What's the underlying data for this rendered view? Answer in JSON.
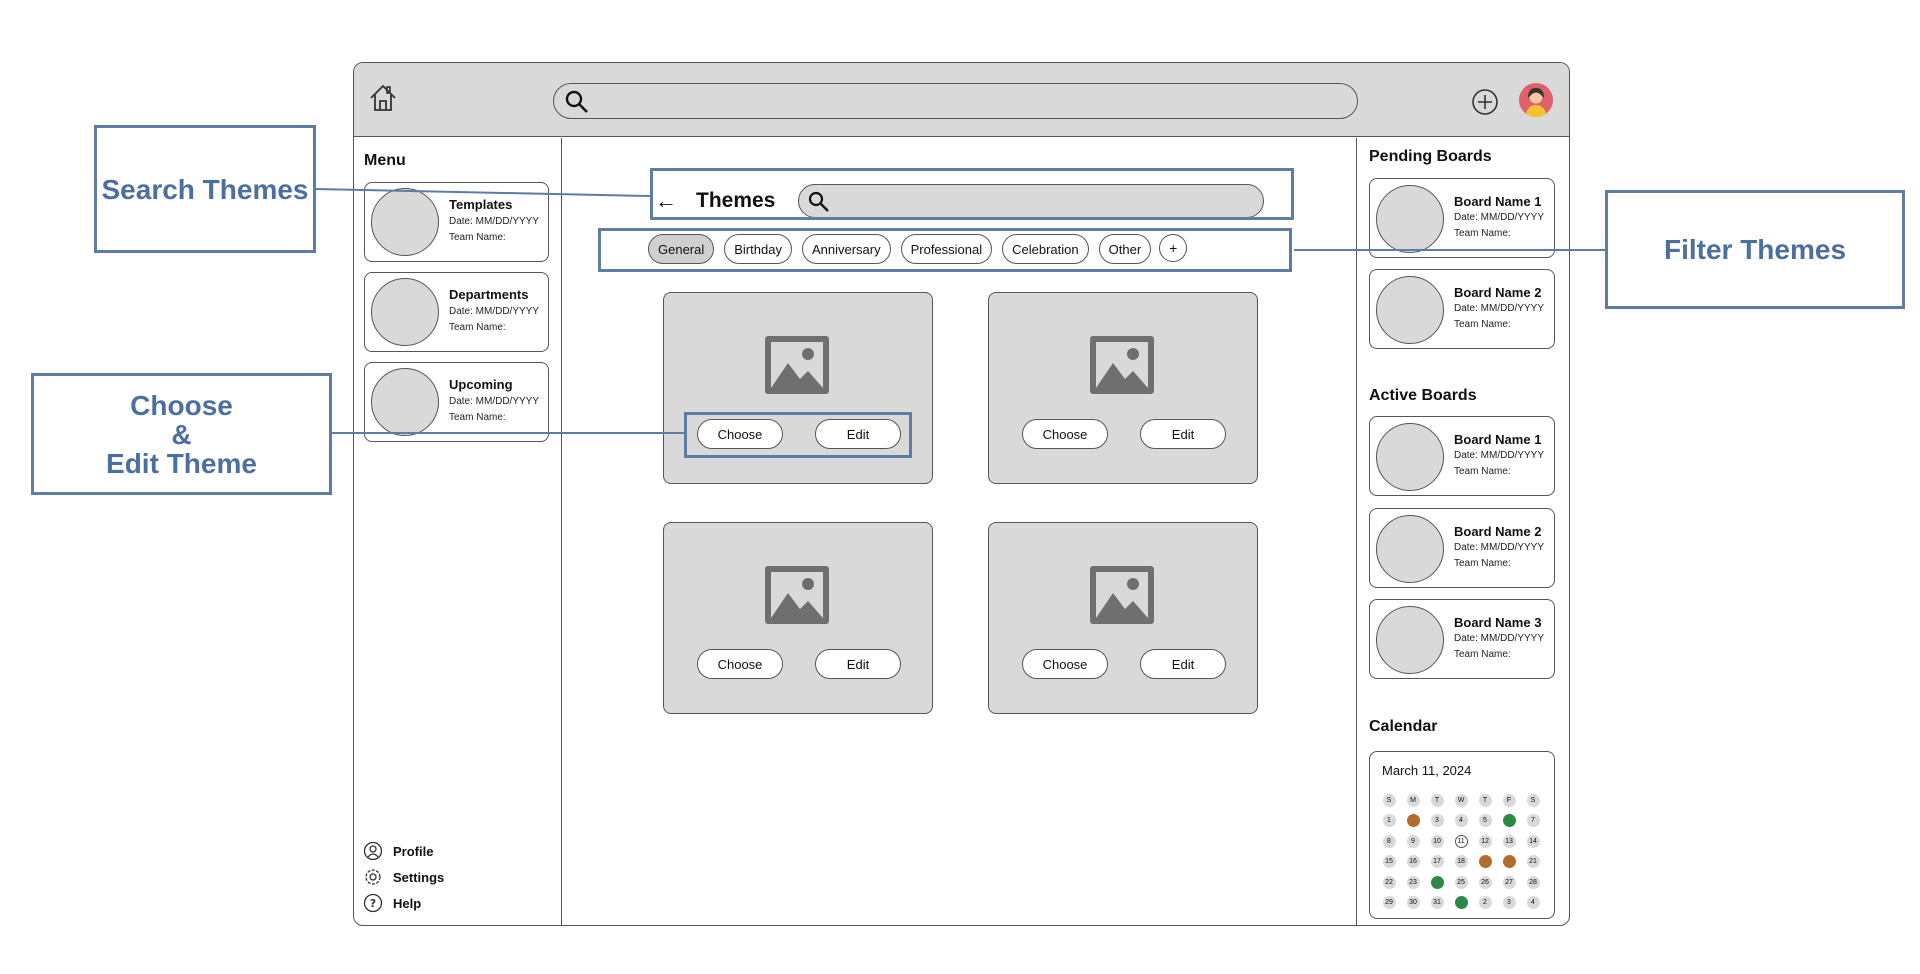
{
  "colors": {
    "frame_bg": "#d9d9d9",
    "annotation_blue": "#5d7ca6",
    "annotation_text": "#4b6fa0",
    "avatar": "#e0616a"
  },
  "header": {
    "home_icon": "home-icon",
    "search_icon": "search-icon",
    "add_icon": "plus-circle-icon",
    "avatar_icon": "user-avatar"
  },
  "menu": {
    "title": "Menu",
    "items": [
      {
        "title": "Templates",
        "date": "Date: MM/DD/YYYY",
        "team": "Team Name:"
      },
      {
        "title": "Departments",
        "date": "Date: MM/DD/YYYY",
        "team": "Team Name:"
      },
      {
        "title": "Upcoming",
        "date": "Date: MM/DD/YYYY",
        "team": "Team Name:"
      }
    ],
    "bottom": [
      {
        "label": "Profile",
        "icon": "profile-icon"
      },
      {
        "label": "Settings",
        "icon": "settings-icon"
      },
      {
        "label": "Help",
        "icon": "help-icon"
      }
    ]
  },
  "main": {
    "back_icon": "←",
    "title": "Themes",
    "search_placeholder": "",
    "filters": [
      "General",
      "Birthday",
      "Anniversary",
      "Professional",
      "Celebration",
      "Other"
    ],
    "add_filter": "+",
    "active_filter": "General",
    "cards": [
      {
        "choose": "Choose",
        "edit": "Edit"
      },
      {
        "choose": "Choose",
        "edit": "Edit"
      },
      {
        "choose": "Choose",
        "edit": "Edit"
      },
      {
        "choose": "Choose",
        "edit": "Edit"
      }
    ]
  },
  "right": {
    "pending_title": "Pending Boards",
    "pending": [
      {
        "title": "Board Name 1",
        "date": "Date: MM/DD/YYYY",
        "team": "Team Name:"
      },
      {
        "title": "Board Name 2",
        "date": "Date: MM/DD/YYYY",
        "team": "Team Name:"
      }
    ],
    "active_title": "Active Boards",
    "active": [
      {
        "title": "Board Name 1",
        "date": "Date: MM/DD/YYYY",
        "team": "Team Name:"
      },
      {
        "title": "Board Name 2",
        "date": "Date: MM/DD/YYYY",
        "team": "Team Name:"
      },
      {
        "title": "Board Name 3",
        "date": "Date: MM/DD/YYYY",
        "team": "Team Name:"
      }
    ],
    "calendar_title": "Calendar",
    "calendar": {
      "date_label": "March 11, 2024",
      "weekdays": [
        "S",
        "M",
        "T",
        "W",
        "T",
        "F",
        "S"
      ],
      "days": [
        "1",
        "",
        "3",
        "4",
        "5",
        "",
        "7",
        "8",
        "9",
        "10",
        "11",
        "12",
        "13",
        "14",
        "15",
        "16",
        "17",
        "18",
        "",
        "",
        "21",
        "22",
        "23",
        "",
        "25",
        "26",
        "27",
        "28",
        "29",
        "30",
        "31",
        "",
        "2",
        "3",
        "4"
      ],
      "today": "11"
    }
  },
  "annotations": {
    "search": "Search Themes",
    "filter": "Filter Themes",
    "choose_edit_line1": "Choose",
    "choose_edit_line2": "&",
    "choose_edit_line3": "Edit Theme"
  }
}
